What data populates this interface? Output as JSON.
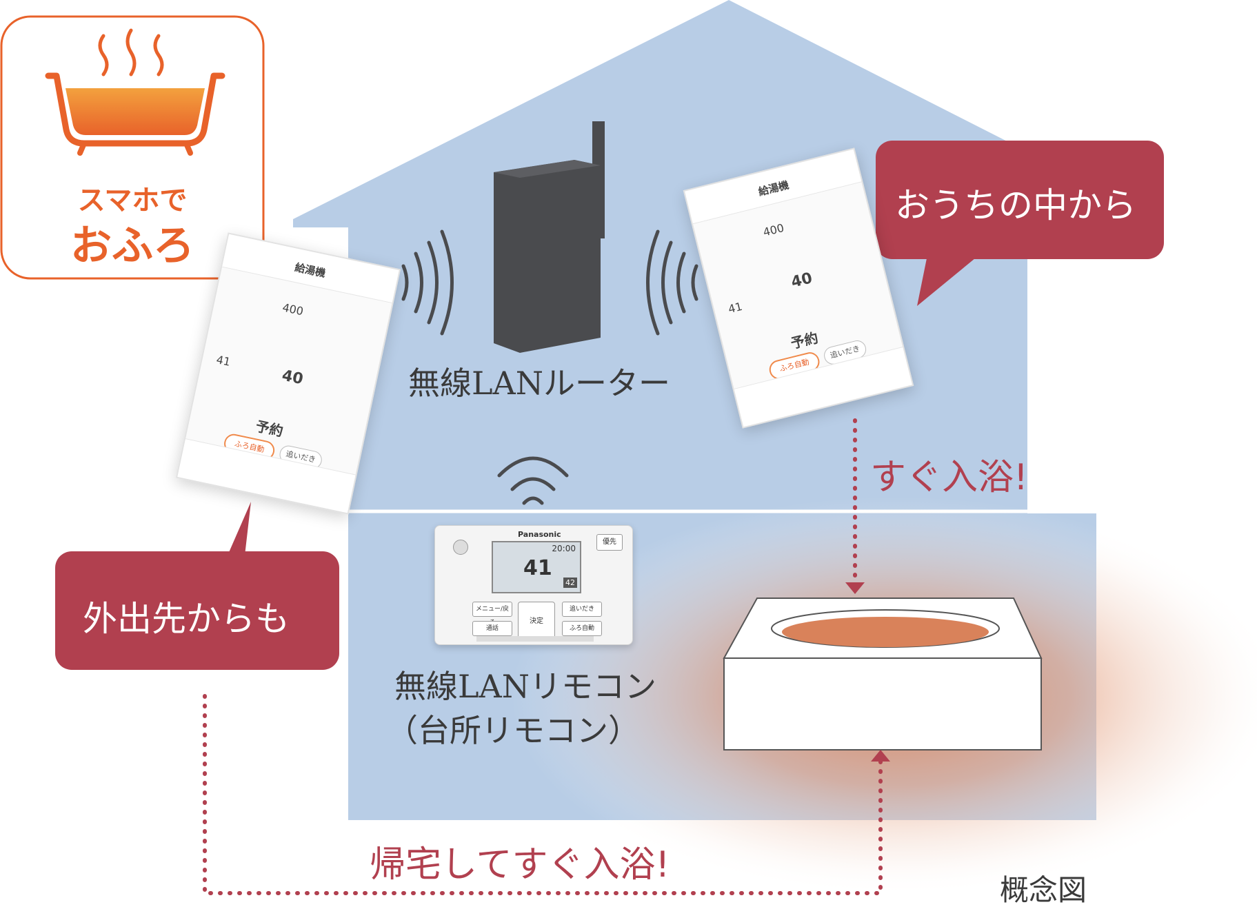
{
  "app_tile": {
    "line1": "スマホで",
    "line2": "おふろ",
    "icon": "bathtub-steam-icon",
    "color": "#e8622a"
  },
  "labels": {
    "router": "無線LANルーター",
    "remote_line1": "無線LANリモコン",
    "remote_line2": "（台所リモコン）",
    "concept": "概念図"
  },
  "callouts": {
    "inside": "おうちの中から",
    "outside": "外出先からも",
    "color": "#b1404f"
  },
  "actions": {
    "bath_now": "すぐ入浴!",
    "home_bath": "帰宅してすぐ入浴!"
  },
  "phone_left": {
    "title": "給湯機",
    "temp_small": "41",
    "temp_main": "40",
    "reserve": "予約",
    "auto_button": "ふろ自動",
    "reheat_button": "追いだき",
    "volume": "400"
  },
  "phone_right": {
    "title": "給湯機",
    "temp_small": "41",
    "temp_main": "40",
    "reserve": "予約",
    "auto_button": "ふろ自動",
    "reheat_button": "追いだき",
    "volume": "400"
  },
  "remote": {
    "brand": "Panasonic",
    "time": "20:00",
    "temp": "41",
    "set_temp": "42",
    "priority": "優先",
    "menu": "メニュー/戻る",
    "call": "通話",
    "enter": "決定",
    "reheat": "追いだき",
    "auto": "ふろ自動"
  },
  "colors": {
    "house": "#b8cde6",
    "accent": "#b1404f",
    "router": "#4a4b4e",
    "water": "#d9825a"
  }
}
